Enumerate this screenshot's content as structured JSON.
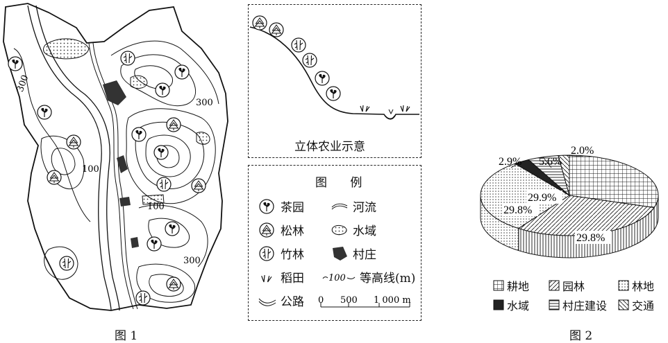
{
  "figure1": {
    "caption": "图 1",
    "contour_labels": [
      "300",
      "300",
      "100",
      "100",
      "300"
    ]
  },
  "diagram": {
    "caption": "立体农业示意"
  },
  "legend": {
    "title": "图 例",
    "items": [
      {
        "key": "tea",
        "label": "茶园",
        "icon": "tea-garden-icon"
      },
      {
        "key": "river",
        "label": "河流",
        "icon": "river-icon"
      },
      {
        "key": "pine",
        "label": "松林",
        "icon": "pine-forest-icon"
      },
      {
        "key": "water",
        "label": "水域",
        "icon": "water-area-icon"
      },
      {
        "key": "bamboo",
        "label": "竹林",
        "icon": "bamboo-forest-icon"
      },
      {
        "key": "village",
        "label": "村庄",
        "icon": "village-icon"
      },
      {
        "key": "paddy",
        "label": "稻田",
        "icon": "paddy-field-icon"
      },
      {
        "key": "contour",
        "label": "等高线(m)",
        "value": "100",
        "icon": "contour-line-icon"
      },
      {
        "key": "road",
        "label": "公路",
        "icon": "road-icon"
      }
    ],
    "scale": {
      "ticks": [
        "0",
        "500",
        "1 000 m"
      ]
    }
  },
  "figure2": {
    "caption": "图 2"
  },
  "chart_data": {
    "type": "pie",
    "slices": [
      {
        "name": "耕地",
        "value": 29.9,
        "label": "29.9%",
        "pattern": "grid"
      },
      {
        "name": "园林",
        "value": 29.8,
        "label": "29.8%",
        "pattern": "diagonal"
      },
      {
        "name": "林地",
        "value": 29.8,
        "label": "29.8%",
        "pattern": "dots"
      },
      {
        "name": "水域",
        "value": 2.9,
        "label": "2.9%",
        "pattern": "solid"
      },
      {
        "name": "村庄建设",
        "value": 5.6,
        "label": "5.6%",
        "pattern": "horizontal"
      },
      {
        "name": "交通",
        "value": 2.0,
        "label": "2.0%",
        "pattern": "backslash"
      }
    ],
    "legend_placement": "bottom"
  }
}
